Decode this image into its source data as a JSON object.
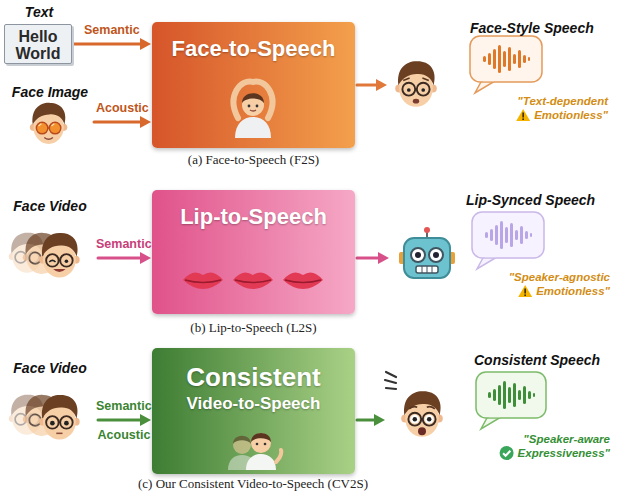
{
  "diagram": {
    "nodes": [
      {
        "text": [
          "Text",
          "Hello World"
        ]
      },
      {
        "text": [
          "Face Image"
        ]
      },
      {
        "text": [
          "Face-to-Speech"
        ]
      },
      {
        "text": [
          "Face-Style Speech",
          "\"Text-dependent Emotionless\""
        ]
      },
      {
        "text": [
          "Face Video"
        ]
      },
      {
        "text": [
          "Lip-to-Speech"
        ]
      },
      {
        "text": [
          "Lip-Synced Speech",
          "\"Speaker-agnostic Emotionless\""
        ]
      },
      {
        "text": [
          "Face Video"
        ]
      },
      {
        "text": [
          "Consistent",
          "Video-to-Speech"
        ]
      },
      {
        "text": [
          "Consistent Speech",
          "\"Speaker-aware Expressiveness\""
        ]
      }
    ],
    "edges": [
      {
        "from": 0,
        "to": 2,
        "label": "Semantic",
        "arrow": "to"
      },
      {
        "from": 1,
        "to": 2,
        "label": "Acoustic",
        "arrow": "to"
      },
      {
        "from": 2,
        "to": 3,
        "arrow": "to"
      },
      {
        "from": 4,
        "to": 5,
        "label": "Semantic",
        "arrow": "to"
      },
      {
        "from": 5,
        "to": 6,
        "arrow": "to"
      },
      {
        "from": 7,
        "to": 8,
        "label": "Semantic",
        "arrow": "to"
      },
      {
        "from": 8,
        "to": 9,
        "arrow": "to"
      }
    ],
    "labels": [
      "(a) Face-to-Speech (F2S)",
      "(b) Lip-to-Speech (L2S)",
      "Acoustic",
      "(c) Our Consistent Video-to-Speech (CV2S)"
    ]
  }
}
